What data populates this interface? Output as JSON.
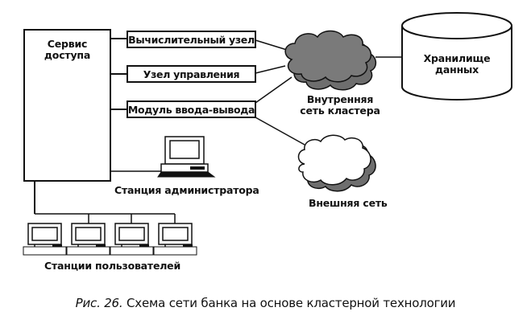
{
  "diagram": {
    "access_service": {
      "line1": "Сервис",
      "line2": "доступа"
    },
    "nodes": [
      {
        "label": "Вычислительный узел"
      },
      {
        "label": "Узел управления"
      },
      {
        "label": "Модуль ввода-вывода"
      }
    ],
    "internal_network": {
      "line1": "Внутренняя",
      "line2": "сеть кластера"
    },
    "external_network": {
      "label": "Внешняя сеть"
    },
    "storage": {
      "line1": "Хранилище",
      "line2": "данных"
    },
    "admin_station": {
      "label": "Станция администратора"
    },
    "user_stations": {
      "label": "Станции пользователей",
      "count": 4
    },
    "colors": {
      "cloud_fill": "#7a7a7a",
      "cloud_shadow": "#6e6e6e",
      "line": "#111111"
    }
  },
  "caption": {
    "prefix": "Рис. 26.",
    "text": " Схема сети банка на основе кластерной технологии"
  }
}
